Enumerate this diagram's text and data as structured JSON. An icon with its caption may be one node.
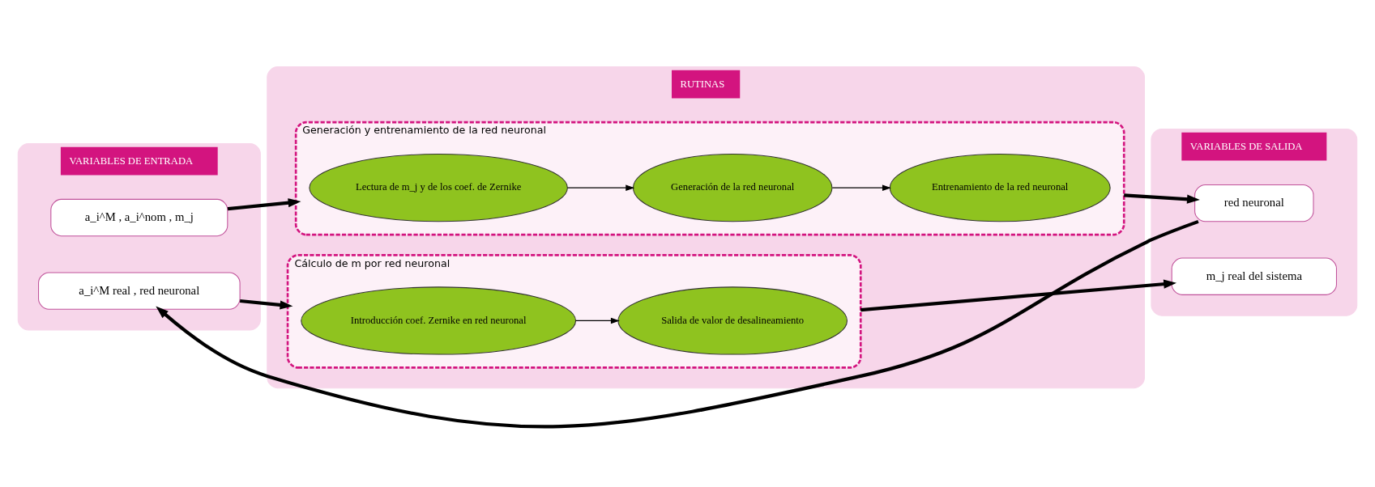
{
  "diagram": {
    "nodes": [
      {
        "text": [
          "VARIABLES DE ENTRADA"
        ]
      },
      {
        "text": [
          "a_i^M , a_i^nom , m_j"
        ],
        "in": 0
      },
      {
        "text": [
          "a_i^M real , red neuronal"
        ],
        "in": 0
      },
      {
        "text": [
          "RUTINAS"
        ]
      },
      {
        "text": [
          "Generación y entrenamiento de la red neuronal"
        ],
        "in": 3
      },
      {
        "text": [
          "Lectura de m_j y de los coef. de Zernike"
        ],
        "in": 4
      },
      {
        "text": [
          "Generación de la red neuronal"
        ],
        "in": 4
      },
      {
        "text": [
          "Entrenamiento de la red neuronal"
        ],
        "in": 4
      },
      {
        "text": [
          "Cálculo de m por red neuronal"
        ],
        "in": 3
      },
      {
        "text": [
          "Introducción coef. Zernike en red neuronal"
        ],
        "in": 8
      },
      {
        "text": [
          "Salida de valor de desalineamiento"
        ],
        "in": 8
      },
      {
        "text": [
          "VARIABLES DE SALIDA"
        ]
      },
      {
        "text": [
          "red neuronal"
        ],
        "in": 11
      },
      {
        "text": [
          "m_j real del sistema"
        ],
        "in": 11
      }
    ],
    "edges": [
      {
        "from": 1,
        "to": 4,
        "arrow": "to"
      },
      {
        "from": 5,
        "to": 6,
        "arrow": "to"
      },
      {
        "from": 6,
        "to": 7,
        "arrow": "to"
      },
      {
        "from": 4,
        "to": 12,
        "arrow": "to"
      },
      {
        "from": 12,
        "to": 2,
        "arrow": "to"
      },
      {
        "from": 2,
        "to": 8,
        "arrow": "to"
      },
      {
        "from": 9,
        "to": 10,
        "arrow": "to"
      },
      {
        "from": 8,
        "to": 13,
        "arrow": "to"
      }
    ]
  }
}
